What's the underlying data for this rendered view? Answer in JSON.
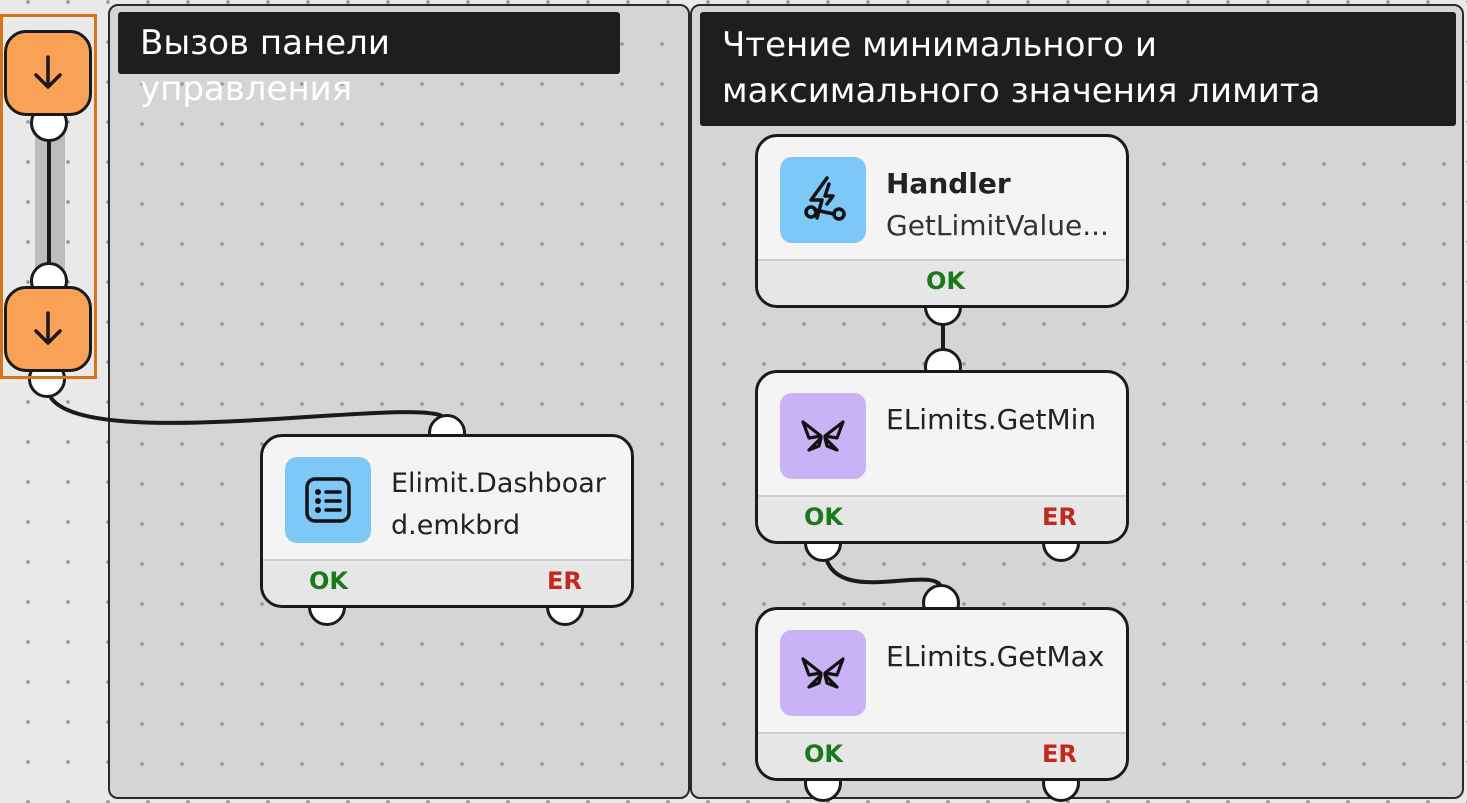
{
  "groups": {
    "dashboard": {
      "title": "Вызов панели управления"
    },
    "limits": {
      "title": "Чтение минимального и максимального значения лимита"
    }
  },
  "nodes": {
    "dashboard": {
      "label": "Elimit.Dashboard.emkbrd",
      "ok": "OK",
      "er": "ER",
      "icon": "list-icon"
    },
    "handler": {
      "title": "Handler",
      "subtitle": "GetLimitValue...",
      "ok": "OK",
      "icon": "handler-bolt-icon"
    },
    "getmin": {
      "label": "ELimits.GetMin",
      "ok": "OK",
      "er": "ER",
      "icon": "butterfly-icon"
    },
    "getmax": {
      "label": "ELimits.GetMax",
      "ok": "OK",
      "er": "ER",
      "icon": "butterfly-icon"
    }
  },
  "colors": {
    "ok": "#1a7a1a",
    "er": "#c2281e",
    "arrow_button": "#f9a257",
    "selection": "#d8731a",
    "blue_icon_bg": "#7ec8f8",
    "purple_icon_bg": "#c9b2f6"
  }
}
